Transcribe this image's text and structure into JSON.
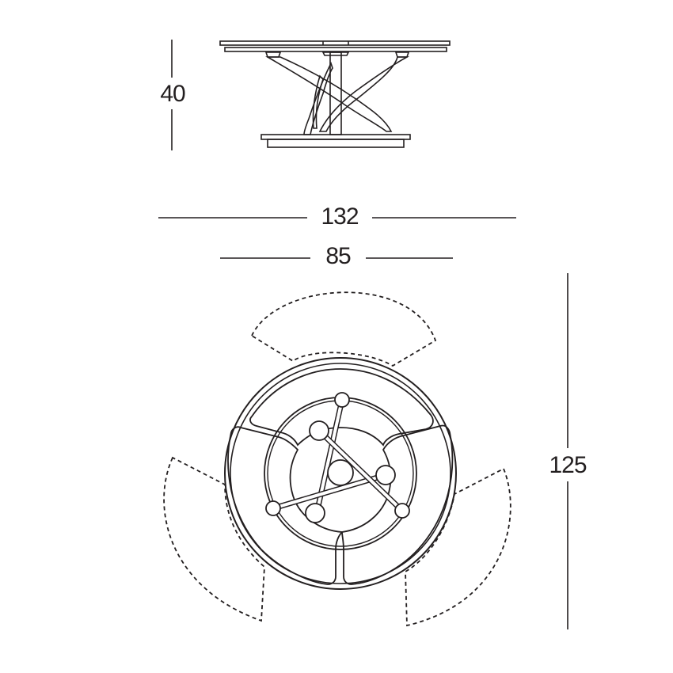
{
  "dimensions": {
    "height": "40",
    "width_extended": "132",
    "width_closed": "85",
    "depth_extended": "125"
  },
  "colors": {
    "ink": "#231f20",
    "background": "#ffffff"
  }
}
